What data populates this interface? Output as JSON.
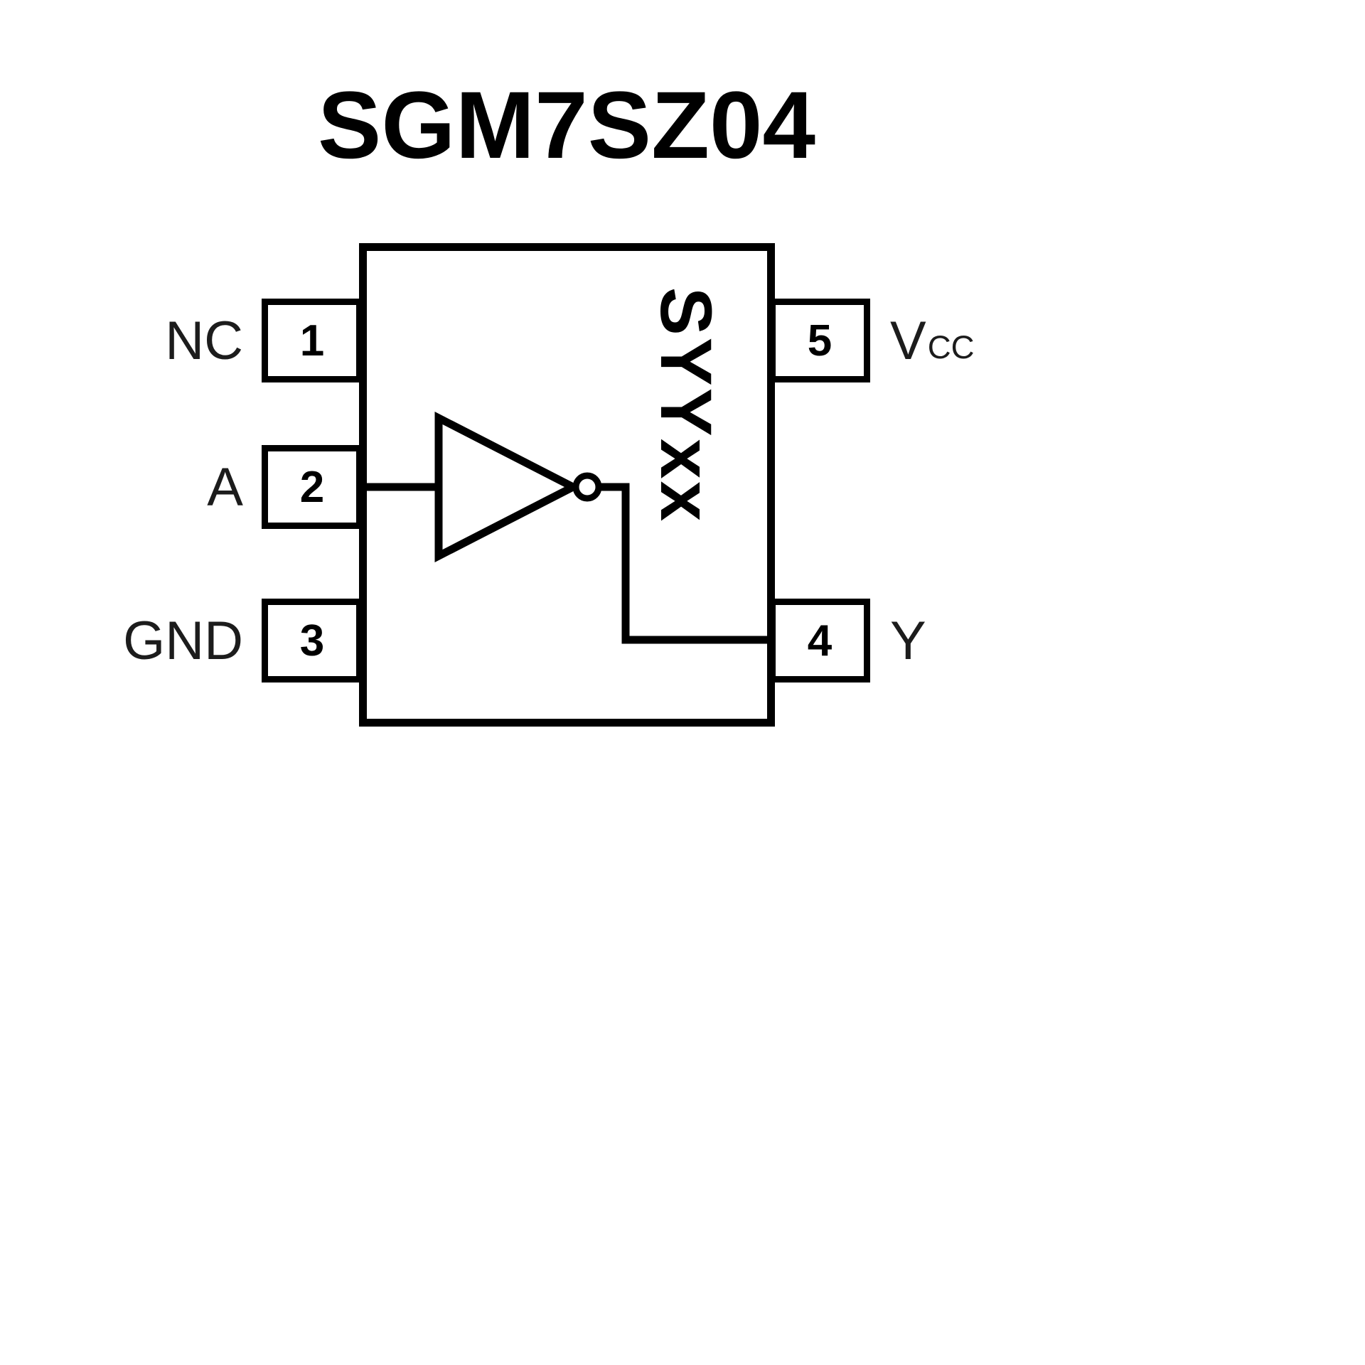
{
  "page": {
    "title": "SGM7SZ04"
  },
  "chip": {
    "marking": "SYYxx",
    "gate": "inverter",
    "colors": {
      "line": "#000000",
      "background": "#ffffff",
      "label_text": "#1c1c1c"
    },
    "pins": [
      {
        "number": "1",
        "label": "NC",
        "side": "left"
      },
      {
        "number": "2",
        "label": "A",
        "side": "left"
      },
      {
        "number": "3",
        "label": "GND",
        "side": "left"
      },
      {
        "number": "4",
        "label": "Y",
        "side": "right"
      },
      {
        "number": "5",
        "label_main": "V",
        "label_sub": "CC",
        "side": "right"
      }
    ]
  }
}
